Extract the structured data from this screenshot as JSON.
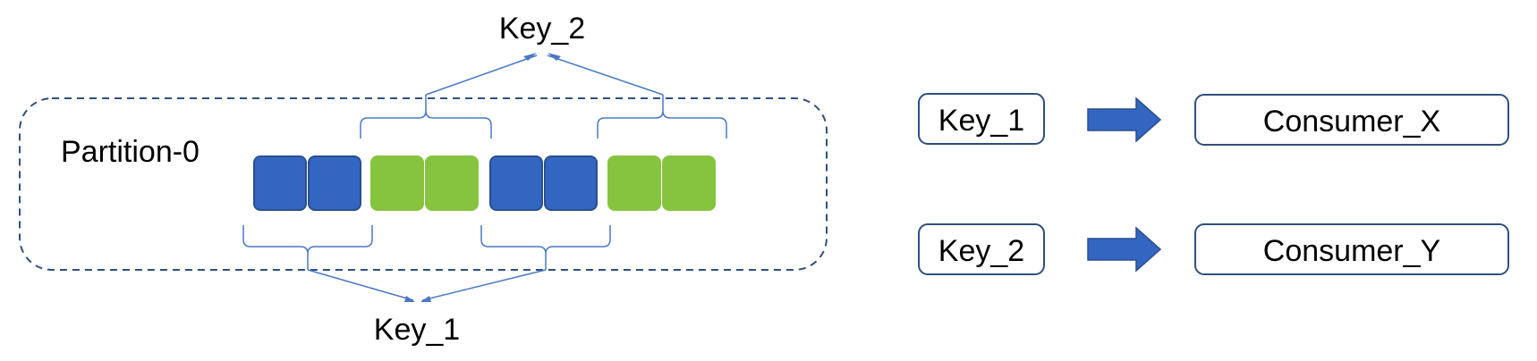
{
  "diagram": {
    "partition_label": "Partition-0",
    "top_key_label": "Key_2",
    "bottom_key_label": "Key_1",
    "messages": [
      {
        "key": "Key_1",
        "color": "#3366c0"
      },
      {
        "key": "Key_1",
        "color": "#3366c0"
      },
      {
        "key": "Key_2",
        "color": "#86c440"
      },
      {
        "key": "Key_2",
        "color": "#86c440"
      },
      {
        "key": "Key_1",
        "color": "#3366c0"
      },
      {
        "key": "Key_1",
        "color": "#3366c0"
      },
      {
        "key": "Key_2",
        "color": "#86c440"
      },
      {
        "key": "Key_2",
        "color": "#86c440"
      }
    ],
    "mappings": [
      {
        "key": "Key_1",
        "consumer": "Consumer_X"
      },
      {
        "key": "Key_2",
        "consumer": "Consumer_Y"
      }
    ]
  },
  "colors": {
    "key1_block": "#3366c0",
    "key2_block": "#86c440",
    "outline": "#2f4f7f",
    "line": "#4a78c8",
    "arrow": "#3366c0"
  }
}
